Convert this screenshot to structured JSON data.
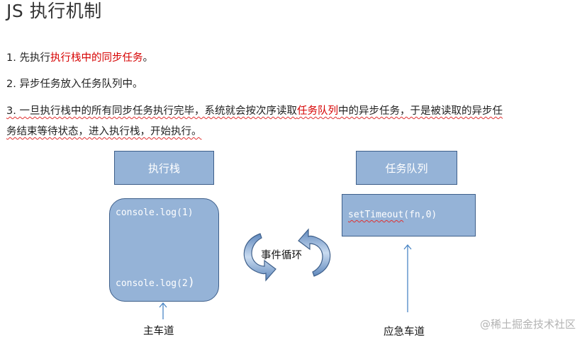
{
  "title": "JS 执行机制",
  "paragraphs": {
    "p1_prefix": "1. 先执行",
    "p1_highlight": "执行栈中的同步任务",
    "p1_suffix": "。",
    "p2": "2. 异步任务放入任务队列中。",
    "p3_a": "3. 一旦执行栈中的所有同步任务执行完毕，系统就会按次序读取",
    "p3_highlight": "任务队列",
    "p3_b": "中的异步任务，于是被读取的异步任",
    "p3_line2": "务结束等待状态，进入执行栈，开始执行。"
  },
  "diagram": {
    "stack_label": "执行栈",
    "queue_label": "任务队列",
    "stack_code_1": "console.log(1)",
    "stack_code_2_text": "console.log(2",
    "stack_code_2_paren": ")",
    "queue_code_fn": "setTimeout",
    "queue_code_args": "(fn,0)",
    "loop_label": "事件循环",
    "caption_main": "主车道",
    "caption_emergency": "应急车道",
    "box_fill": "#95b3d7",
    "box_border": "#3e5f8a",
    "arrow_color": "#4a86c5"
  },
  "watermark": "@稀土掘金技术社区"
}
